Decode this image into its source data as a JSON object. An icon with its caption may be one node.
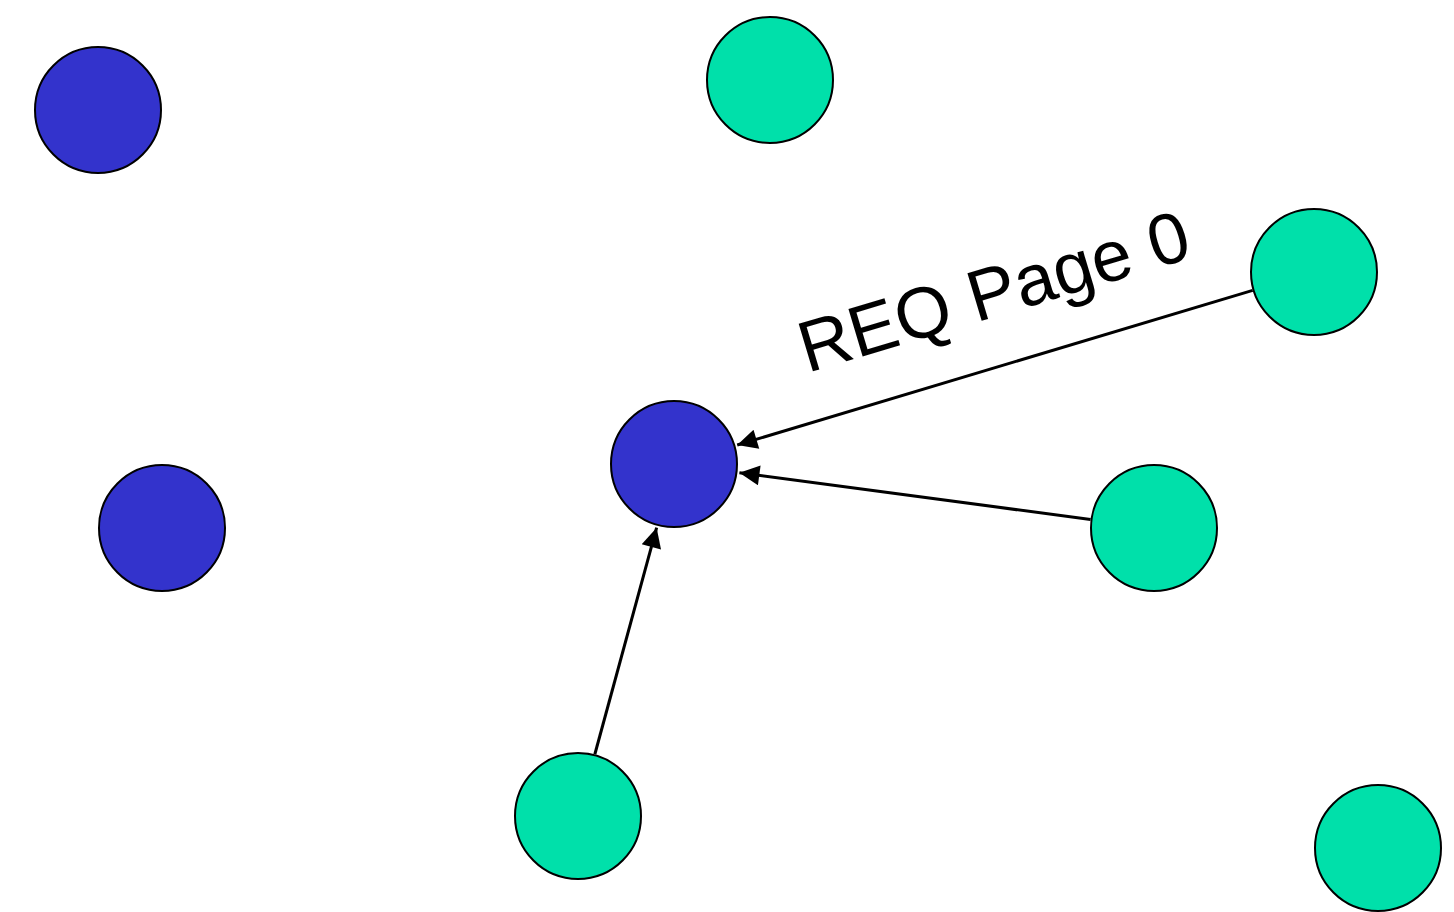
{
  "diagram": {
    "nodes": [
      {
        "text": [],
        "shape": "circle"
      },
      {
        "text": [],
        "shape": "circle"
      },
      {
        "text": [],
        "shape": "circle"
      },
      {
        "text": [],
        "shape": "circle"
      },
      {
        "text": [],
        "shape": "circle"
      },
      {
        "text": [],
        "shape": "circle"
      },
      {
        "text": [],
        "shape": "circle"
      },
      {
        "text": [],
        "shape": "circle"
      }
    ],
    "edges": [
      {
        "from": 2,
        "to": 3,
        "arrow": "to",
        "label": "REQ Page 0"
      },
      {
        "from": 5,
        "to": 3,
        "arrow": "to"
      },
      {
        "from": 6,
        "to": 3,
        "arrow": "to"
      }
    ]
  }
}
